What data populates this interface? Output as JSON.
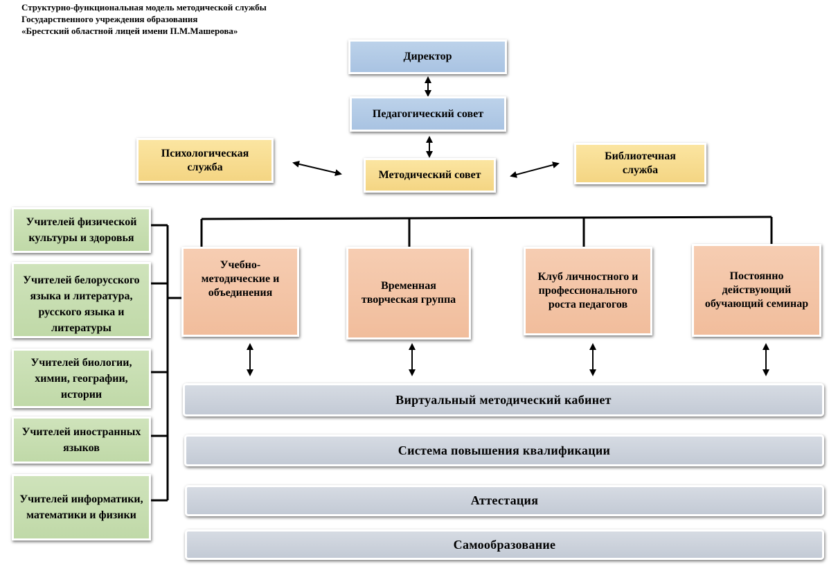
{
  "title_lines": [
    "Структурно-функциональная модель методической службы",
    "Государственного учреждения образования",
    "«Брестский областной лицей имени П.М.Машерова»"
  ],
  "top": {
    "director": "Директор",
    "ped_council": "Педагогический совет",
    "method_council": "Методический совет",
    "psych": "Психологическая служба",
    "library": "Библиотечная служба"
  },
  "units": [
    "Учебно-методические и объединения",
    "Временная творческая группа",
    "Клуб личностного и профессионального роста педагогов",
    "Постоянно действующий обучающий семинар"
  ],
  "teachers": [
    "Учителей физической культуры и здоровья",
    "Учителей белорусского языка и литература, русского языка и литературы",
    "Учителей биологии, химии, географии, истории",
    "Учителей иностранных языков",
    "Учителей информатики, математики и физики"
  ],
  "bars": [
    "Виртуальный методический кабинет",
    "Система повышения квалификации",
    "Аттестация",
    "Самообразование"
  ]
}
